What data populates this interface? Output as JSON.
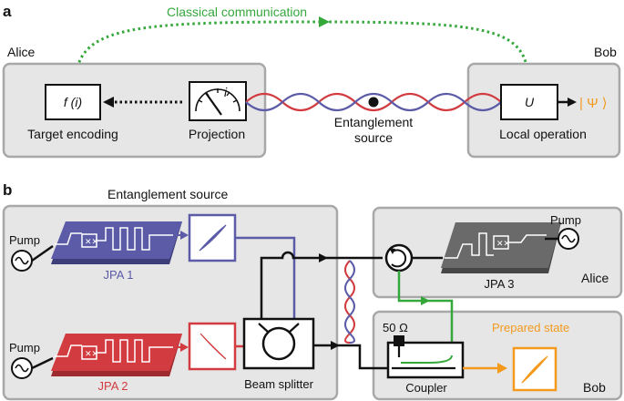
{
  "panel_a": {
    "tag": "a",
    "classical": "Classical communication",
    "alice": "Alice",
    "bob": "Bob",
    "f_label": "f (i)",
    "i_label": "i",
    "u_label": "U",
    "psi_label": "| Ψ ⟩",
    "target_encoding": "Target encoding",
    "projection": "Projection",
    "entanglement_l1": "Entanglement",
    "entanglement_l2": "source",
    "local_operation": "Local operation"
  },
  "panel_b": {
    "tag": "b",
    "ent_source": "Entanglement source",
    "pump1": "Pump",
    "pump2": "Pump",
    "pump3": "Pump",
    "jpa1": "JPA 1",
    "jpa2": "JPA 2",
    "jpa3": "JPA 3",
    "alice": "Alice",
    "bob": "Bob",
    "beam_splitter": "Beam splitter",
    "coupler": "Coupler",
    "ohm": "50 Ω",
    "prepared": "Prepared state"
  },
  "colors": {
    "blue": "#5b5ba8",
    "red": "#d23c40",
    "green": "#35a83c",
    "orange": "#f39a1d",
    "panel_bg": "#e6e6e6",
    "panel_border": "#a8a8a8",
    "jpa3_gray": "#6a6a6a"
  }
}
